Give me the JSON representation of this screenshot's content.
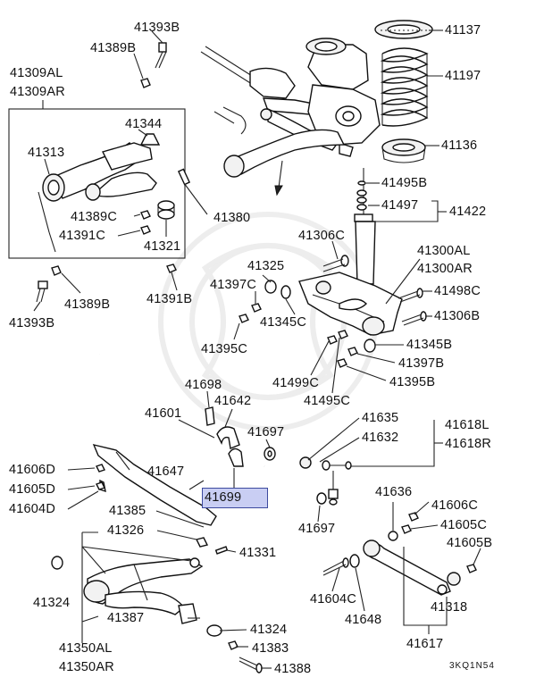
{
  "part_numbers": {
    "p41393B_top": "41393B",
    "p41389B_top": "41389B",
    "p41309AL": "41309AL",
    "p41309AR": "41309AR",
    "p41344": "41344",
    "p41313": "41313",
    "p41389C": "41389C",
    "p41391C": "41391C",
    "p41321": "41321",
    "p41380": "41380",
    "p41389B_bot": "41389B",
    "p41393B_bot": "41393B",
    "p41391B": "41391B",
    "p41137": "41137",
    "p41197": "41197",
    "p41136": "41136",
    "p41495B": "41495B",
    "p41497": "41497",
    "p41422": "41422",
    "p41306C": "41306C",
    "p41300AL": "41300AL",
    "p41300AR": "41300AR",
    "p41325": "41325",
    "p41397C": "41397C",
    "p41345C": "41345C",
    "p41498C": "41498C",
    "p41306B": "41306B",
    "p41395C": "41395C",
    "p41345B": "41345B",
    "p41397B": "41397B",
    "p41499C": "41499C",
    "p41395B": "41395B",
    "p41495C": "41495C",
    "p41698": "41698",
    "p41642": "41642",
    "p41601": "41601",
    "p41697_top": "41697",
    "p41635": "41635",
    "p41632": "41632",
    "p41618L": "41618L",
    "p41618R": "41618R",
    "p41606D": "41606D",
    "p41605D": "41605D",
    "p41604D": "41604D",
    "p41647": "41647",
    "p41699": "41699",
    "p41385": "41385",
    "p41697_bot": "41697",
    "p41636": "41636",
    "p41606C": "41606C",
    "p41605C": "41605C",
    "p41605B": "41605B",
    "p41326": "41326",
    "p41331": "41331",
    "p41324_left": "41324",
    "p41604C": "41604C",
    "p41648": "41648",
    "p41318": "41318",
    "p41387": "41387",
    "p41324_bot": "41324",
    "p41383": "41383",
    "p41388": "41388",
    "p41350AL": "41350AL",
    "p41350AR": "41350AR",
    "p41617": "41617"
  },
  "diagram_code": "3KQ1N54",
  "highlighted_part": "41699",
  "colors": {
    "highlight_fill": "#c9cef3",
    "highlight_border": "#3d4a9e",
    "line": "#222222"
  }
}
